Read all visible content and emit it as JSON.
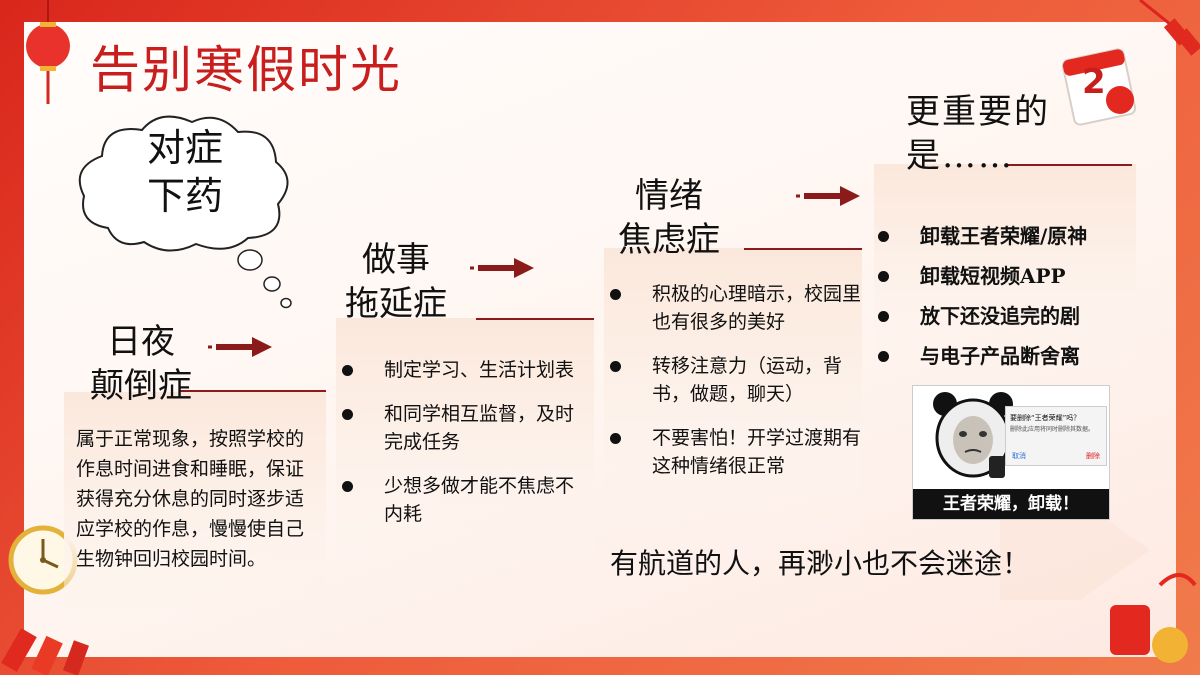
{
  "title": "告别寒假时光",
  "cloud": {
    "line1": "对症",
    "line2": "下药"
  },
  "step1": {
    "heading_line1": "日夜",
    "heading_line2": "颠倒症",
    "description": "属于正常现象，按照学校的作息时间进食和睡眠，保证获得充分休息的同时逐步适应学校的作息，慢慢使自己生物钟回归校园时间。"
  },
  "step2": {
    "heading_line1": "做事",
    "heading_line2": "拖延症",
    "items": [
      "制定学习、生活计划表",
      "和同学相互监督，及时完成任务",
      "少想多做才能不焦虑不内耗"
    ]
  },
  "step3": {
    "heading_line1": "情绪",
    "heading_line2": "焦虑症",
    "items": [
      "积极的心理暗示，校园里也有很多的美好",
      "转移注意力（运动，背书，做题，聊天）",
      "不要害怕！开学过渡期有这种情绪很正常"
    ]
  },
  "step4": {
    "heading_line1": "更重要的",
    "heading_line2": "是……",
    "items": [
      "卸载王者荣耀/原神",
      "卸载短视频APP",
      "放下还没追完的剧",
      "与电子产品断舍离"
    ]
  },
  "meme": {
    "dialog_title": "要删除“王者荣耀”吗？",
    "dialog_text": "删除此应用将同时删除其数据。",
    "cancel": "取消",
    "delete": "删除",
    "caption": "王者荣耀，卸载！"
  },
  "quote": "有航道的人，再渺小也不会迷途！",
  "calendar": {
    "day": "2"
  },
  "colors": {
    "accent": "#c81e1e",
    "frame": "#e33b2a",
    "underline": "#8b1a1a"
  }
}
